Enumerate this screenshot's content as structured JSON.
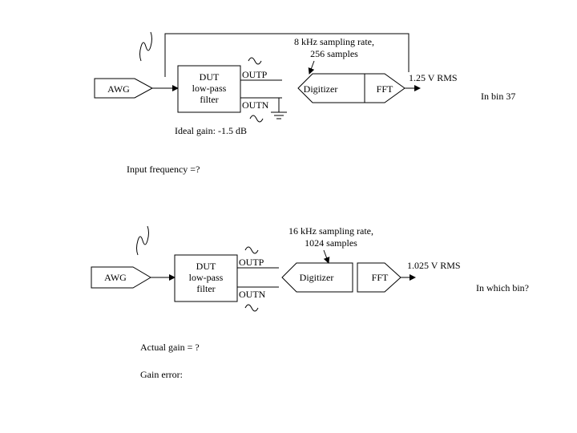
{
  "top": {
    "awg_label": "AWG",
    "dut_line1": "DUT",
    "dut_line2": "low-pass",
    "dut_line3": "filter",
    "outp_label": "OUTP",
    "outn_label": "OUTN",
    "digitizer_label": "Digitizer",
    "fft_label": "FFT",
    "sampling_line1": "8 kHz sampling rate,",
    "sampling_line2": "256 samples",
    "rms_label": "1.25 V RMS",
    "bin_label": "In bin 37",
    "ideal_gain": "Ideal gain: -1.5 dB",
    "input_frequency": "Input frequency =?"
  },
  "bottom": {
    "awg_label": "AWG",
    "dut_line1": "DUT",
    "dut_line2": "low-pass",
    "dut_line3": "filter",
    "outp_label": "OUTP",
    "outn_label": "OUTN",
    "digitizer_label": "Digitizer",
    "fft_label": "FFT",
    "sampling_line1": "16 kHz sampling rate,",
    "sampling_line2": "1024 samples",
    "rms_label": "1.025 V RMS",
    "bin_label": "In which bin?",
    "actual_gain": "Actual gain = ?",
    "gain_error": "Gain error:"
  },
  "colors": {
    "stroke": "#000000",
    "background": "#ffffff"
  },
  "icons": [
    "sine-wave-icon",
    "ground-icon",
    "arrow-icon"
  ]
}
